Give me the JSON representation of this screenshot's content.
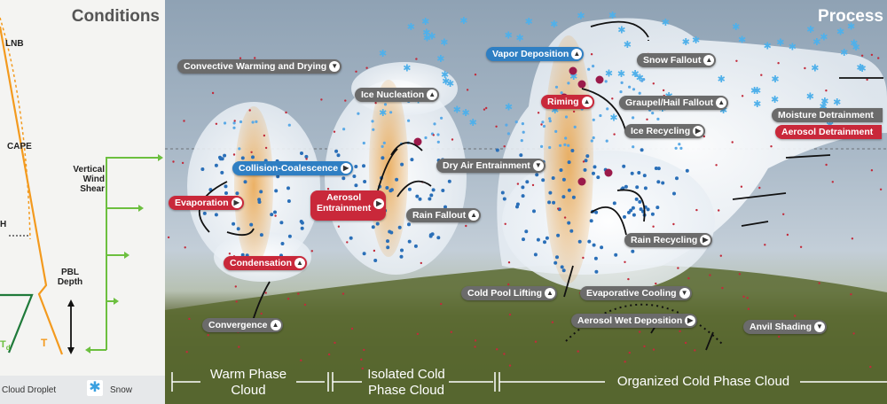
{
  "left_panel": {
    "title": "Conditions",
    "labels": {
      "lnb": "LNB",
      "cape": "CAPE",
      "h_partial": "H",
      "vertical_wind_shear": "Vertical\nWind\nShear",
      "pbl_depth": "PBL\nDepth",
      "td": "T",
      "td_sub": "d",
      "t": "T"
    },
    "legend": {
      "cloud_droplet": "Cloud Droplet",
      "snow": "Snow",
      "snow_icon": "snowflake-icon"
    },
    "colors": {
      "temperature": "#f39a1e",
      "dewpoint": "#1f7a3a",
      "shear": "#6cbf3f"
    }
  },
  "scene": {
    "title": "Process",
    "processes": [
      {
        "label": "Convective Warming and Drying",
        "style": "gray",
        "icon": "down-arrow-icon"
      },
      {
        "label": "Ice Nucleation",
        "style": "gray",
        "icon": "up-arrow-icon"
      },
      {
        "label": "Vapor Deposition",
        "style": "blue",
        "icon": "up-arrow-icon"
      },
      {
        "label": "Snow Fallout",
        "style": "gray",
        "icon": "up-arrow-icon"
      },
      {
        "label": "Riming",
        "style": "red",
        "icon": "up-arrow-icon"
      },
      {
        "label": "Graupel/Hail Fallout",
        "style": "gray",
        "icon": "up-arrow-icon"
      },
      {
        "label": "Moisture Detrainment",
        "style": "gray",
        "icon": "up-arrow-icon"
      },
      {
        "label": "Aerosol Detrainment",
        "style": "red",
        "icon": "up-arrow-icon"
      },
      {
        "label": "Ice Recycling",
        "style": "gray",
        "icon": "right-arrow-icon"
      },
      {
        "label": "Collision-Coalescence",
        "style": "blue",
        "icon": "right-arrow-icon"
      },
      {
        "label": "Dry Air Entrainment",
        "style": "gray",
        "icon": "down-arrow-icon"
      },
      {
        "label": "Evaporation",
        "style": "red",
        "icon": "right-arrow-icon"
      },
      {
        "label": "Aerosol\nEntrainment",
        "style": "red",
        "icon": "right-arrow-icon"
      },
      {
        "label": "Rain Fallout",
        "style": "gray",
        "icon": "up-arrow-icon"
      },
      {
        "label": "Rain Recycling",
        "style": "gray",
        "icon": "right-arrow-icon"
      },
      {
        "label": "Condensation",
        "style": "red",
        "icon": "up-arrow-icon"
      },
      {
        "label": "Cold Pool Lifting",
        "style": "gray",
        "icon": "up-arrow-icon"
      },
      {
        "label": "Evaporative Cooling",
        "style": "gray",
        "icon": "down-arrow-icon"
      },
      {
        "label": "Aerosol Wet Deposition",
        "style": "gray",
        "icon": "right-arrow-icon"
      },
      {
        "label": "Convergence",
        "style": "gray",
        "icon": "up-arrow-icon"
      },
      {
        "label": "Anvil Shading",
        "style": "gray",
        "icon": "down-arrow-icon"
      }
    ],
    "phases": {
      "warm": "Warm Phase\nCloud",
      "isolated": "Isolated Cold\nPhase Cloud",
      "organized": "Organized Cold Phase Cloud"
    },
    "colors": {
      "pill_gray": "#6b6b6b",
      "pill_red": "#c9283a",
      "pill_blue": "#2f7fc3",
      "droplet": "#2a6fb8",
      "aerosol": "#c22a3a",
      "updraft": "#e8a34a",
      "hail": "#9b1a4a"
    }
  }
}
